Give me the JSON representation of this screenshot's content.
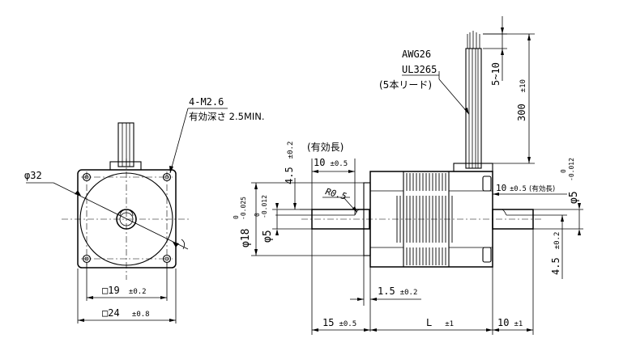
{
  "front_view": {
    "hole_callout_line1": "4-M2.6",
    "hole_callout_line2": "有効深さ 2.5MIN.",
    "dia_outer": "φ32",
    "bolt_square_sym": "□",
    "bolt_square_value": "19",
    "bolt_square_tol": "±0.2",
    "body_square_sym": "□",
    "body_square_value": "24",
    "body_square_tol": "±0.8"
  },
  "side_view": {
    "wire_gauge": "AWG26",
    "wire_standard": "UL3265",
    "wire_note": "(5本リード)",
    "lead_strip": "5~10",
    "lead_length": "300",
    "lead_length_tol": "±10",
    "flat_height": "4.5",
    "flat_height_tol": "±0.2",
    "effective_len_label": "(有効長)",
    "flat_len_front": "10",
    "flat_len_front_tol": "±0.5",
    "radius": "R0.5",
    "pilot_dia_sym": "φ18",
    "pilot_dia_tol_upper": "0",
    "pilot_dia_tol_lower": "-0.025",
    "shaft_dia_sym": "φ5",
    "shaft_dia_tol_upper": "0",
    "shaft_dia_tol_lower": "-0.012",
    "pilot_depth": "1.5",
    "pilot_depth_tol": "±0.2",
    "shaft_front_len": "15",
    "shaft_front_len_tol": "±0.5",
    "body_len": "L",
    "body_len_tol": "±1",
    "shaft_rear_len": "10",
    "shaft_rear_len_tol": "±1",
    "rear_flat_len": "10",
    "rear_flat_len_tol": "±0.5",
    "rear_effective_label": "(有効長)",
    "rear_shaft_dia_sym": "φ5",
    "rear_shaft_tol_upper": "0",
    "rear_shaft_tol_lower": "-0.012",
    "rear_flat_height": "4.5",
    "rear_flat_height_tol": "±0.2"
  }
}
